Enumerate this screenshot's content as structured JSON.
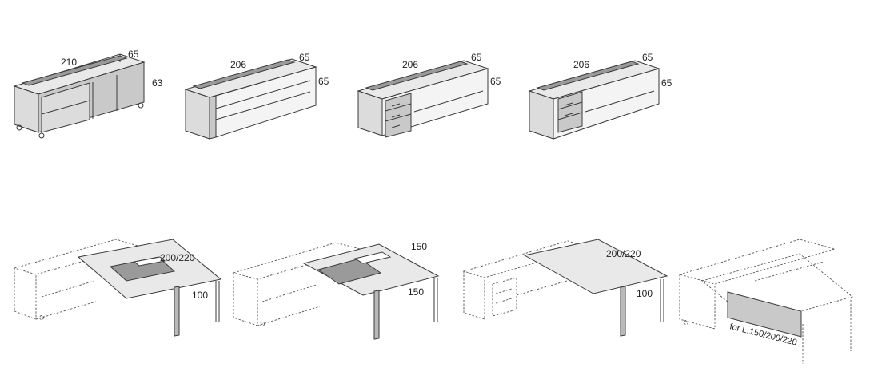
{
  "cabinets": [
    {
      "id": "cab1",
      "length": "210",
      "depth": "65",
      "height": "63"
    },
    {
      "id": "cab2",
      "length": "206",
      "depth": "65",
      "height": "65"
    },
    {
      "id": "cab3",
      "length": "206",
      "depth": "65",
      "height": "65"
    },
    {
      "id": "cab4",
      "length": "206",
      "depth": "65",
      "height": "65"
    }
  ],
  "desks": [
    {
      "id": "desk1",
      "length": "200/220",
      "depth": "100"
    },
    {
      "id": "desk2",
      "length": "150",
      "depth": "150"
    },
    {
      "id": "desk3",
      "length": "200/220",
      "depth": "100"
    },
    {
      "id": "desk4",
      "note": "for L.150/200/220"
    }
  ]
}
